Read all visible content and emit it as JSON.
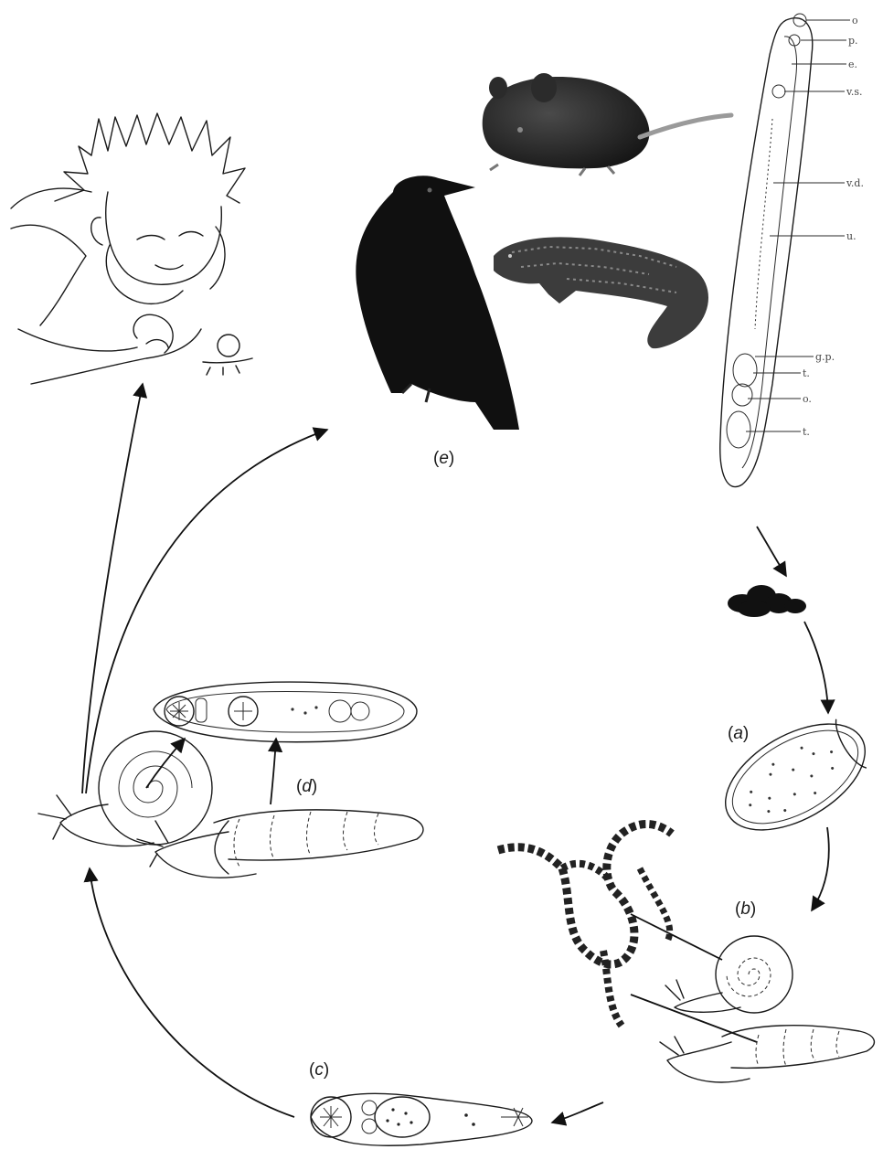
{
  "panels": {
    "a": {
      "open": "(",
      "letter": "a",
      "close": ")"
    },
    "b": {
      "open": "(",
      "letter": "b",
      "close": ")"
    },
    "c": {
      "open": "(",
      "letter": "c",
      "close": ")"
    },
    "d": {
      "open": "(",
      "letter": "d",
      "close": ")"
    },
    "e": {
      "open": "(",
      "letter": "e",
      "close": ")"
    }
  },
  "worm_labels": [
    "o",
    "p.",
    "e.",
    "v.s.",
    "v.d.",
    "u.",
    "g.p.",
    "t.",
    "o.",
    "t."
  ]
}
